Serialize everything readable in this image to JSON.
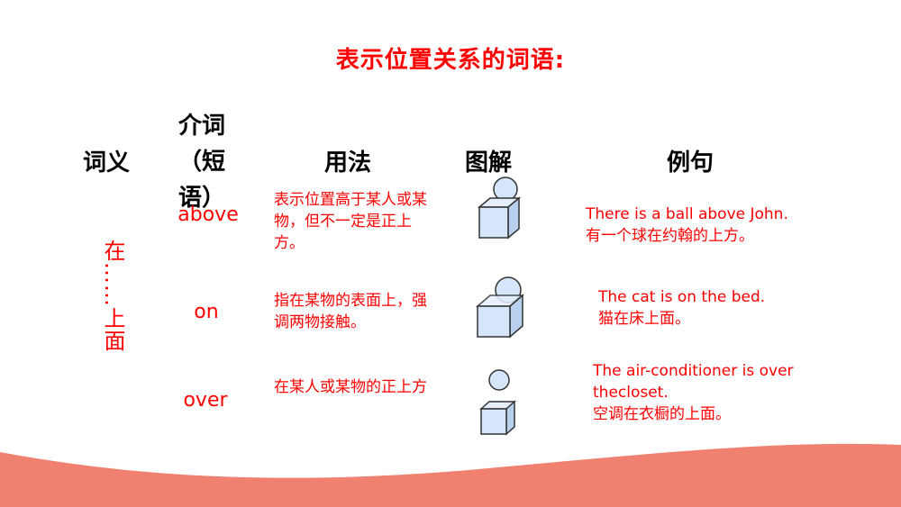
{
  "title": "表示位置关系的词语:",
  "headers": {
    "meaning": "词义",
    "prep_line1": "介词",
    "prep_line2": "（短",
    "prep_line3": "语）",
    "usage": "用法",
    "diagram": "图解",
    "example": "例句"
  },
  "meaning_text": "在……上面",
  "rows": [
    {
      "word": "above",
      "usage": "表示位置高于某人或某物，但不一定是正上方。",
      "example_en": "There is a ball above John.",
      "example_cn": "有一个球在约翰的上方。"
    },
    {
      "word": "on",
      "usage": "指在某物的表面上，强调两物接触。",
      "example_en": "The cat is on the bed.",
      "example_cn": "猫在床上面。"
    },
    {
      "word": "over",
      "usage": "在某人或某物的正上方",
      "example_en": "The air-conditioner is over thecloset.",
      "example_cn": "空调在衣橱的上面。"
    }
  ],
  "colors": {
    "accent": "#ff0000",
    "wave": "#f08070",
    "cube_fill": "#d6e6fa",
    "cube_stroke": "#333333"
  }
}
